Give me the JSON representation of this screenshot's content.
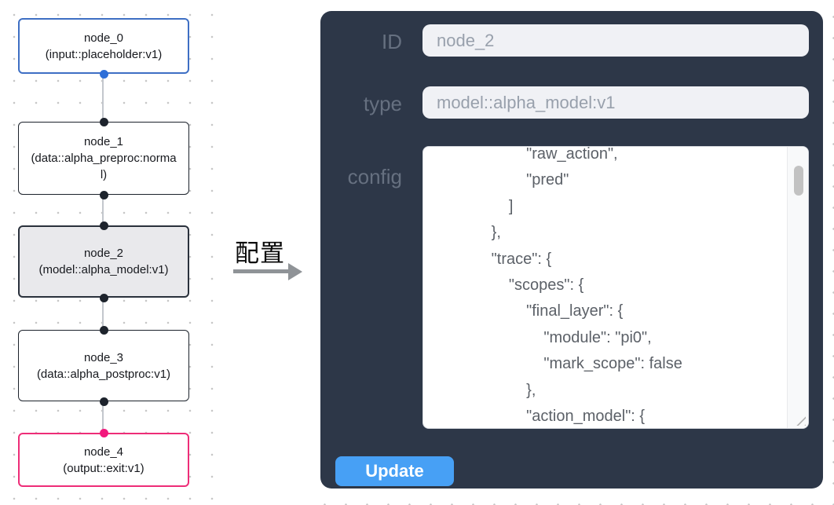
{
  "flow": {
    "nodes": [
      {
        "title": "node_0",
        "subtitle": "(input::placeholder:v1)",
        "variant": "input"
      },
      {
        "title": "node_1",
        "subtitle": "(data::alpha_preproc:normal)",
        "variant": "default"
      },
      {
        "title": "node_2",
        "subtitle": "(model::alpha_model:v1)",
        "variant": "selected"
      },
      {
        "title": "node_3",
        "subtitle": "(data::alpha_postproc:v1)",
        "variant": "default"
      },
      {
        "title": "node_4",
        "subtitle": "(output::exit:v1)",
        "variant": "output"
      }
    ]
  },
  "annotation": {
    "label": "配置",
    "arrow_icon": "right-arrow-icon"
  },
  "panel": {
    "id_label": "ID",
    "id_value": "node_2",
    "type_label": "type",
    "type_value": "model::alpha_model:v1",
    "config_label": "config",
    "config_text": "                    \"raw_action\",\n                    \"pred\"\n                ]\n            },\n            \"trace\": {\n                \"scopes\": {\n                    \"final_layer\": {\n                        \"module\": \"pi0\",\n                        \"mark_scope\": false\n                    },\n                    \"action_model\": {",
    "update_label": "Update"
  },
  "colors": {
    "panel_bg": "#2d3748",
    "button_blue": "#47a0f5",
    "input_node_border": "#3e6fc4",
    "output_node_border": "#ee2d78",
    "selected_node_bg": "#e9e9ec",
    "port_blue": "#2e6fd8",
    "port_pink": "#f2187d",
    "port_black": "#1d232c"
  }
}
